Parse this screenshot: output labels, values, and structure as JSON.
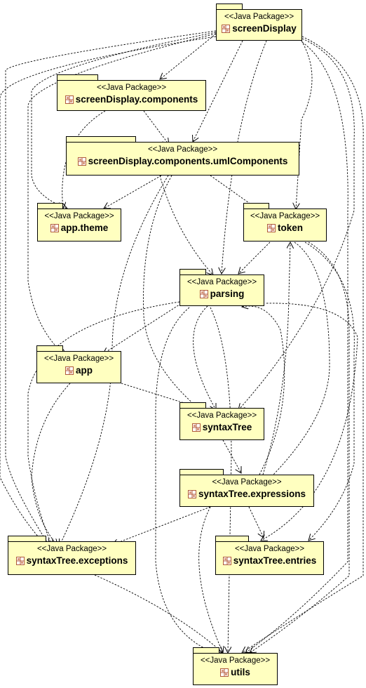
{
  "stereotype": "<<Java Package>>",
  "packages": [
    {
      "id": "screenDisplay",
      "name": "screenDisplay"
    },
    {
      "id": "components",
      "name": "screenDisplay.components"
    },
    {
      "id": "uml",
      "name": "screenDisplay.components.umlComponents"
    },
    {
      "id": "theme",
      "name": "app.theme"
    },
    {
      "id": "token",
      "name": "token"
    },
    {
      "id": "parsing",
      "name": "parsing"
    },
    {
      "id": "app",
      "name": "app"
    },
    {
      "id": "syntaxTree",
      "name": "syntaxTree"
    },
    {
      "id": "expressions",
      "name": "syntaxTree.expressions"
    },
    {
      "id": "exceptions",
      "name": "syntaxTree.exceptions"
    },
    {
      "id": "entries",
      "name": "syntaxTree.entries"
    },
    {
      "id": "utils",
      "name": "utils"
    }
  ],
  "colors": {
    "package_fill": "#ffffc0",
    "border": "#000000",
    "icon": "#b05a3c",
    "edge": "#000000"
  }
}
